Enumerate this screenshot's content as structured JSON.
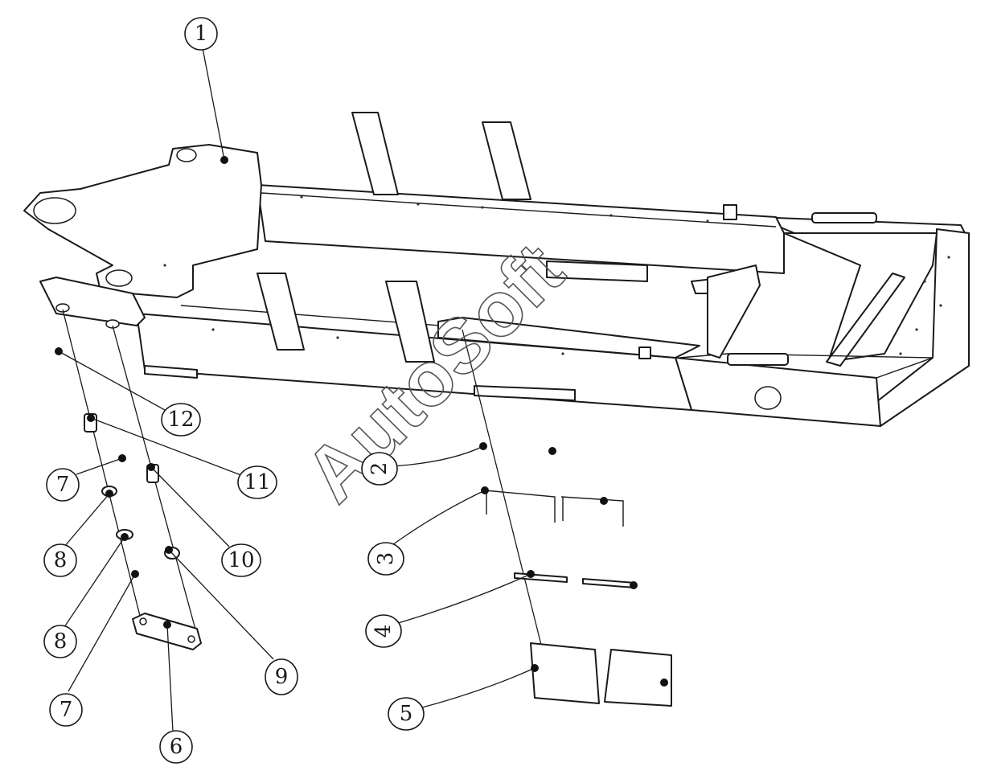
{
  "watermark": {
    "text": "AutoSoft"
  },
  "callouts": [
    {
      "id": "callout-1",
      "label": "1"
    },
    {
      "id": "callout-2",
      "label": "2"
    },
    {
      "id": "callout-3",
      "label": "3"
    },
    {
      "id": "callout-4",
      "label": "4"
    },
    {
      "id": "callout-5",
      "label": "5"
    },
    {
      "id": "callout-6",
      "label": "6"
    },
    {
      "id": "callout-7-top",
      "label": "7"
    },
    {
      "id": "callout-7-bottom",
      "label": "7"
    },
    {
      "id": "callout-8-top",
      "label": "8"
    },
    {
      "id": "callout-8-bottom",
      "label": "8"
    },
    {
      "id": "callout-9",
      "label": "9"
    },
    {
      "id": "callout-10",
      "label": "10"
    },
    {
      "id": "callout-11",
      "label": "11"
    },
    {
      "id": "callout-12",
      "label": "12"
    }
  ]
}
